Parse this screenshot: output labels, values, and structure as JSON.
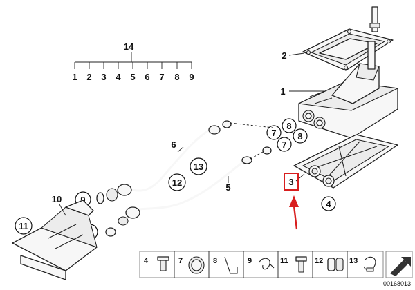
{
  "callouts": {
    "group_14": "14",
    "row_1": "1",
    "row_2": "2",
    "row_3": "3",
    "row_4": "4",
    "row_5": "5",
    "row_6": "6",
    "row_7": "7",
    "row_8": "8",
    "row_9": "9",
    "c1": "1",
    "c2": "2",
    "c3": "3",
    "c4": "4",
    "c5": "5",
    "c6": "6",
    "c7a": "7",
    "c7b": "7",
    "c8a": "8",
    "c8b": "8",
    "c9a": "9",
    "c9b": "9",
    "c10": "10",
    "c11": "11",
    "c12": "12",
    "c13": "13"
  },
  "legend": [
    {
      "number": "4"
    },
    {
      "number": "7"
    },
    {
      "number": "8"
    },
    {
      "number": "9"
    },
    {
      "number": "11"
    },
    {
      "number": "12"
    },
    {
      "number": "13"
    }
  ],
  "drawing_number": "00168013",
  "colors": {
    "highlight": "#d81e1e",
    "line": "#222222"
  }
}
